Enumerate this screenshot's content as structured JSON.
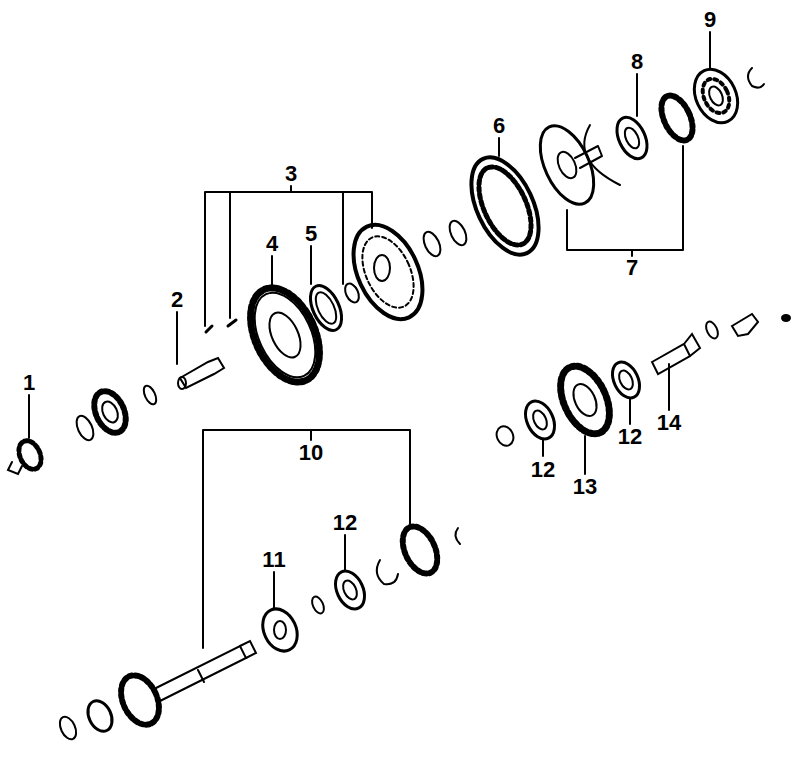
{
  "diagram": {
    "labels": [
      "9",
      "8",
      "6",
      "3",
      "5",
      "4",
      "7",
      "2",
      "1",
      "14",
      "12",
      "10",
      "12",
      "13",
      "12",
      "11"
    ]
  }
}
